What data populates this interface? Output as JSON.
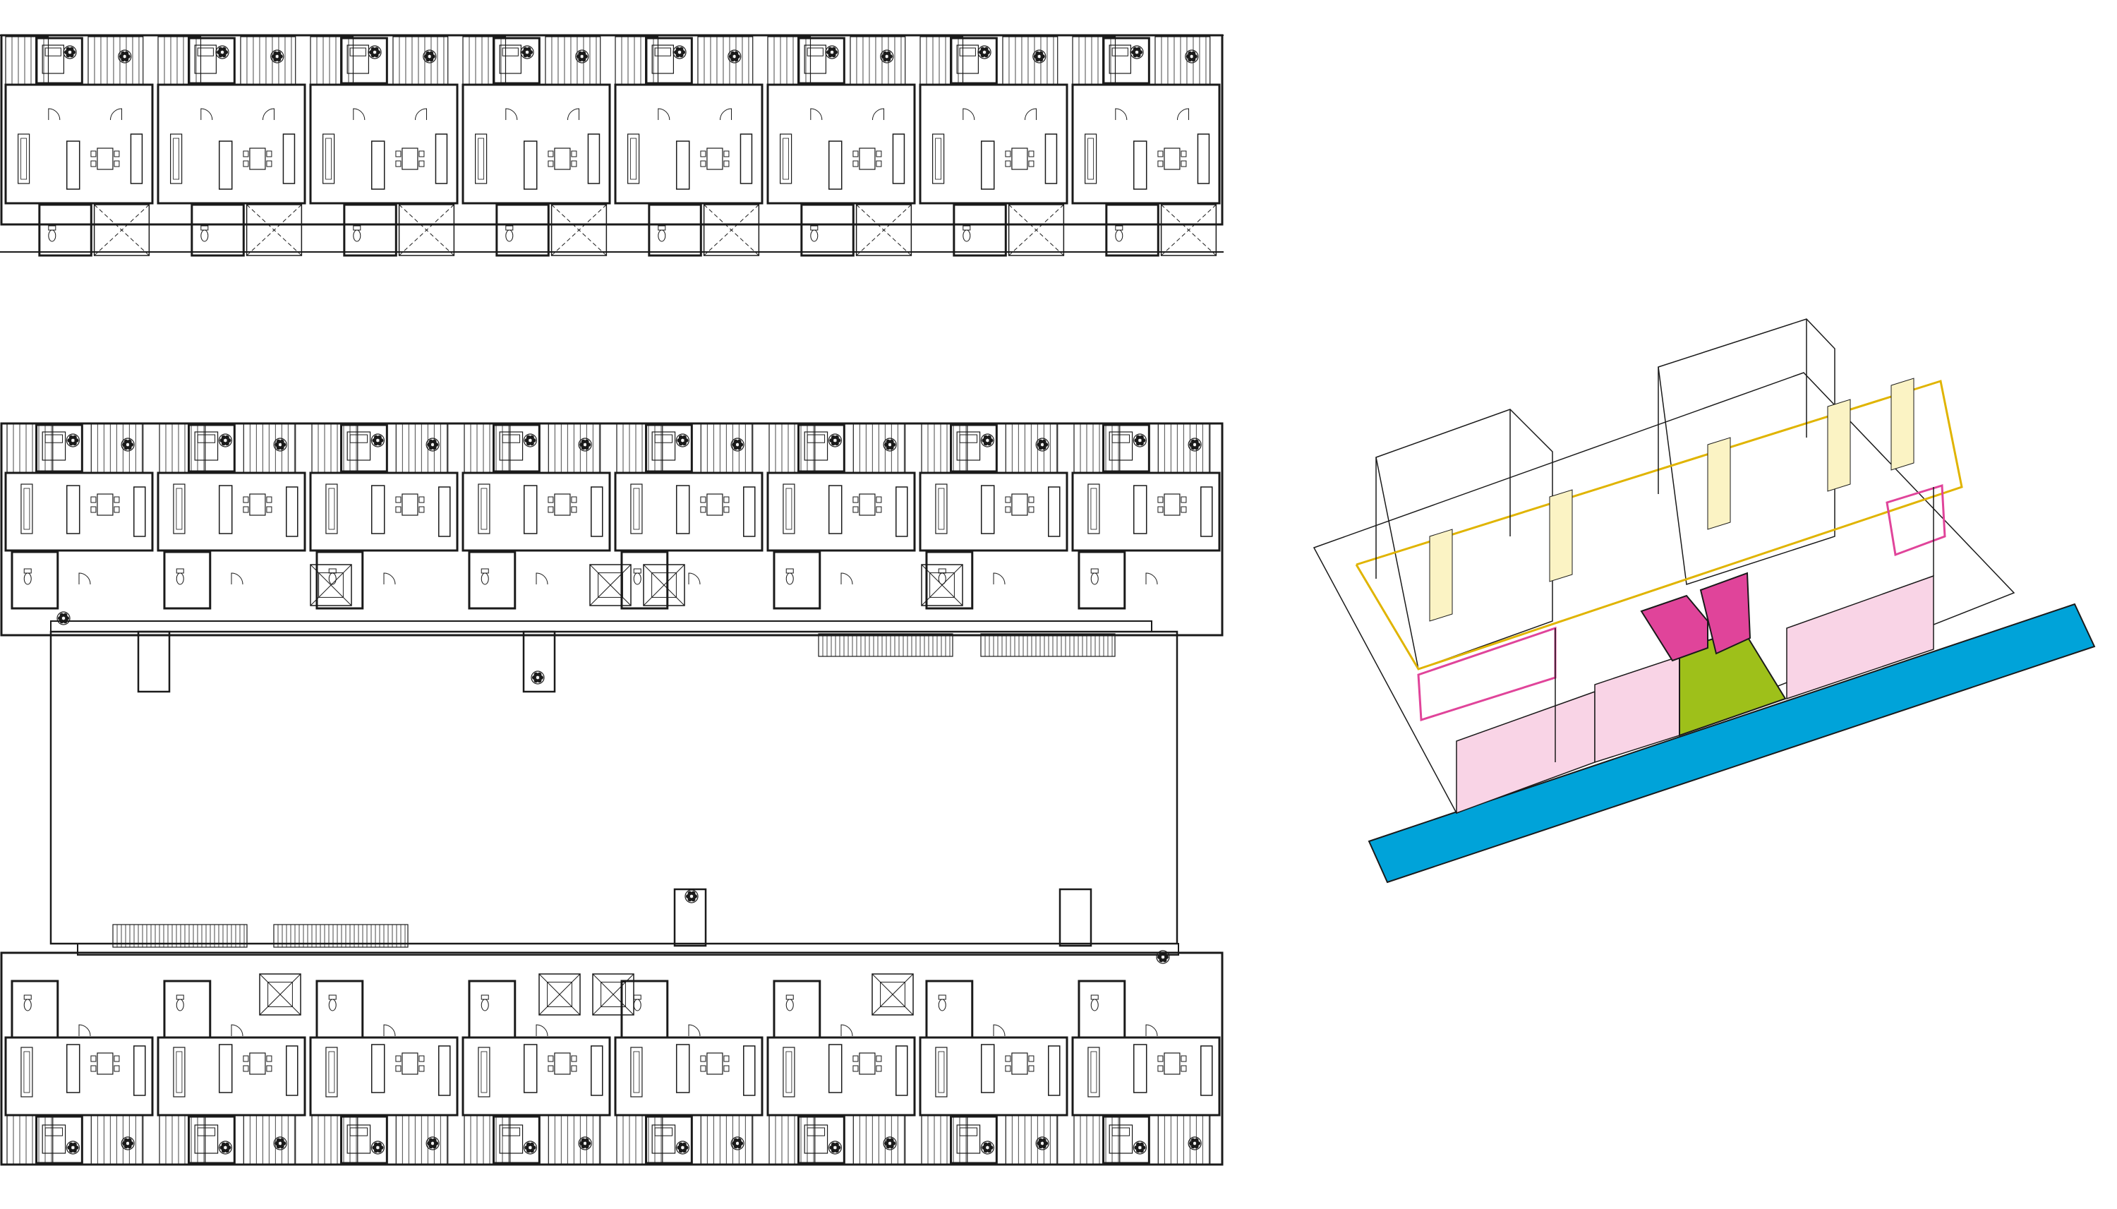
{
  "drawing": {
    "kind": "architectural-plans-and-axonometric",
    "panels": [
      {
        "id": "strip-plan",
        "modules": 8
      },
      {
        "id": "block-plan-north-row",
        "modules": 8
      },
      {
        "id": "block-plan-south-row",
        "modules": 8
      },
      {
        "id": "axonometric-unit"
      }
    ],
    "text_labels": []
  },
  "colors": {
    "line": "#1a1a1a",
    "pale_yellow": "#fbf3c4",
    "yellow_outline": "#e0b400",
    "pink_light": "#f9d4e6",
    "magenta": "#e0449a",
    "green": "#9ec01a",
    "cyan_street": "#00a3d9"
  }
}
